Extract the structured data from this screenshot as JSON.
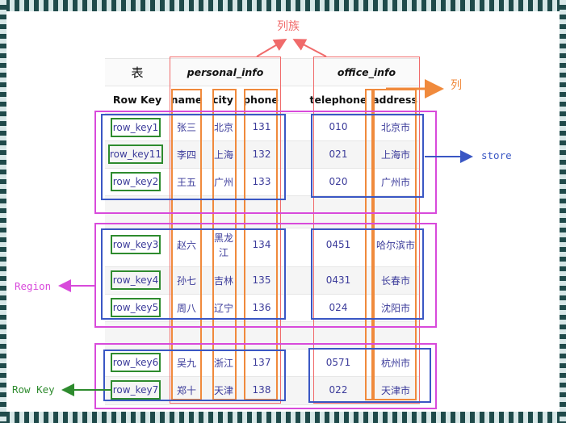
{
  "annotations": {
    "column_family": "列族",
    "column": "列",
    "store": "store",
    "region": "Region",
    "row_key": "Row Key"
  },
  "table": {
    "title": "表",
    "families": [
      "personal_info",
      "office_info"
    ],
    "headers": [
      "Row Key",
      "name",
      "city",
      "phone",
      "telephone",
      "address"
    ],
    "rows": [
      {
        "key": "row_key1",
        "name": "张三",
        "city": "北京",
        "phone": "131",
        "telephone": "010",
        "address": "北京市"
      },
      {
        "key": "row_key11",
        "name": "李四",
        "city": "上海",
        "phone": "132",
        "telephone": "021",
        "address": "上海市"
      },
      {
        "key": "row_key2",
        "name": "王五",
        "city": "广州",
        "phone": "133",
        "telephone": "020",
        "address": "广州市"
      },
      {
        "key": "row_key3",
        "name": "赵六",
        "city": "黑龙\n江",
        "phone": "134",
        "telephone": "0451",
        "address": "哈尔滨市"
      },
      {
        "key": "row_key4",
        "name": "孙七",
        "city": "吉林",
        "phone": "135",
        "telephone": "0431",
        "address": "长春市"
      },
      {
        "key": "row_key5",
        "name": "周八",
        "city": "辽宁",
        "phone": "136",
        "telephone": "024",
        "address": "沈阳市"
      },
      {
        "key": "row_key6",
        "name": "吴九",
        "city": "浙江",
        "phone": "137",
        "telephone": "0571",
        "address": "杭州市"
      },
      {
        "key": "row_key7",
        "name": "郑十",
        "city": "天津",
        "phone": "138",
        "telephone": "022",
        "address": "天津市"
      }
    ]
  },
  "colors": {
    "column_family": "#f06b6b",
    "column": "#f08a3c",
    "store": "#3a57c4",
    "region": "#d84adb",
    "row_key": "#2e8b2e"
  }
}
